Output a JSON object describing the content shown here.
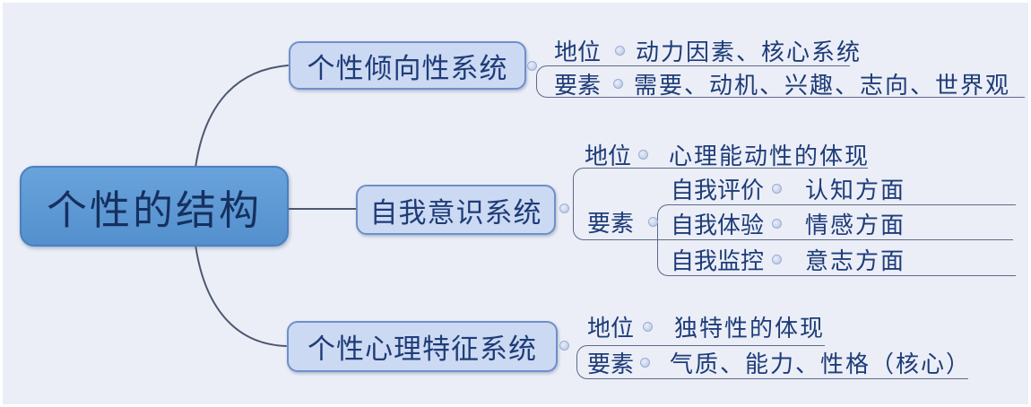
{
  "title_node": "个性的结构",
  "branches": [
    {
      "label": "个性倾向性系统",
      "rows": [
        {
          "key": "地位",
          "value": "动力因素、核心系统"
        },
        {
          "key": "要素",
          "value": "需要、动机、兴趣、志向、世界观"
        }
      ]
    },
    {
      "label": "自我意识系统",
      "rows": [
        {
          "key": "地位",
          "value": "心理能动性的体现"
        }
      ],
      "elements_label": "要素",
      "elements": [
        {
          "key": "自我评价",
          "value": "认知方面"
        },
        {
          "key": "自我体验",
          "value": "情感方面"
        },
        {
          "key": "自我监控",
          "value": "意志方面"
        }
      ]
    },
    {
      "label": "个性心理特征系统",
      "rows": [
        {
          "key": "地位",
          "value": "独特性的体现"
        },
        {
          "key": "要素",
          "value": "气质、能力、性格（核心）"
        }
      ]
    }
  ],
  "colors": {
    "bg": "#ebeef7",
    "root-fill-top": "#6aa3dc",
    "root-fill-bottom": "#5390cd",
    "root-border": "#4a80bf",
    "root-text": "#16305f",
    "branch-fill": "#ccd9f2",
    "branch-border": "#6f8fc9",
    "text": "#1e3c78",
    "line": "#5d6a85",
    "curve": "#4d5770",
    "dot-fill": "#b3c2e2",
    "dot-border": "#9cadd4"
  }
}
